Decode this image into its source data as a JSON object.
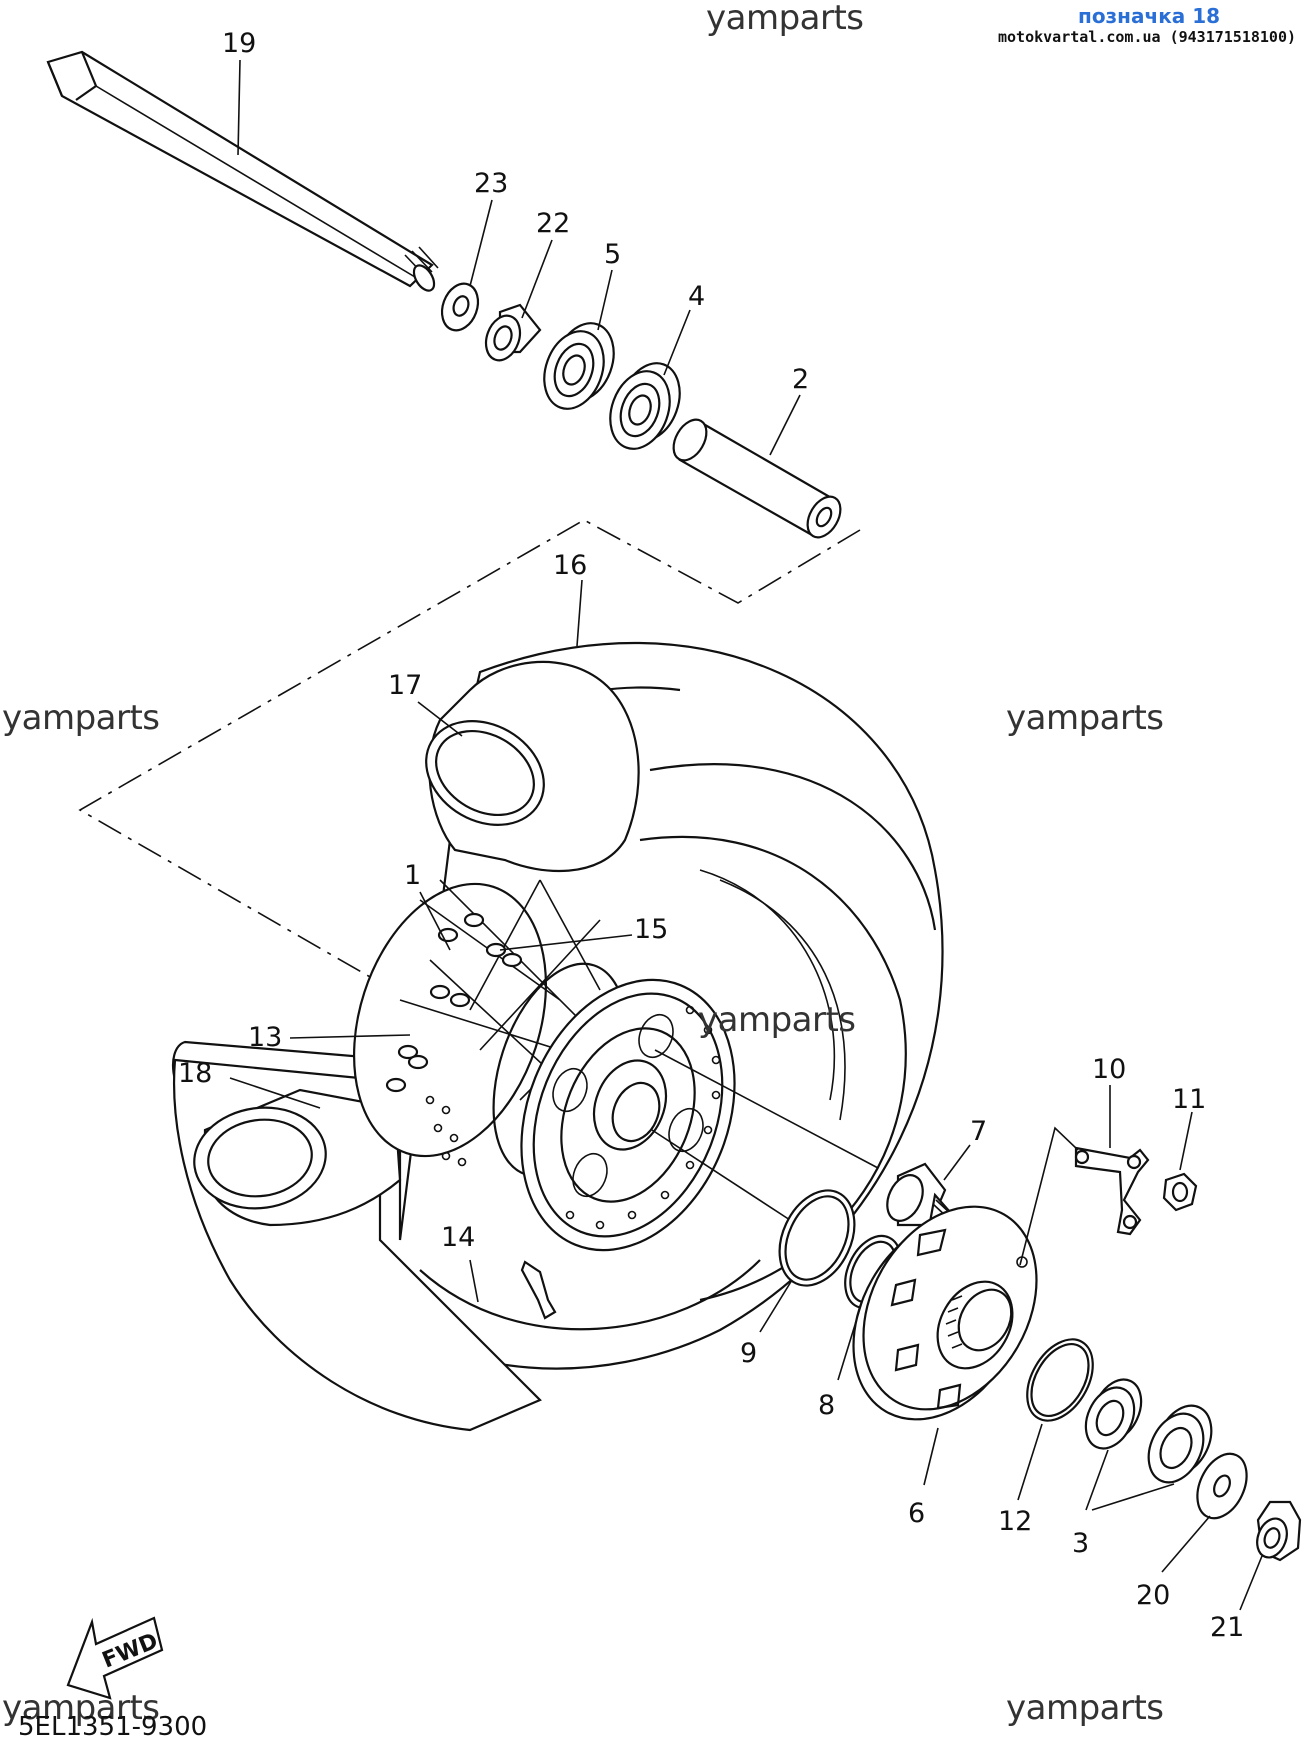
{
  "header": {
    "note": "позначка 18",
    "site": "motokvartal.com.ua (943171518100)"
  },
  "watermarks": [
    "yamparts",
    "yamparts",
    "yamparts",
    "yamparts",
    "yamparts",
    "yamparts"
  ],
  "diagram_code": "5EL1351-9300",
  "fwd_label": "FWD",
  "callouts": {
    "c1": "1",
    "c2": "2",
    "c3": "3",
    "c4": "4",
    "c5": "5",
    "c6": "6",
    "c7": "7",
    "c8": "8",
    "c9": "9",
    "c10": "10",
    "c11": "11",
    "c12": "12",
    "c13": "13",
    "c14": "14",
    "c15": "15",
    "c16": "16",
    "c17": "17",
    "c18": "18",
    "c19": "19",
    "c20": "20",
    "c21": "21",
    "c22": "22",
    "c23": "23"
  }
}
